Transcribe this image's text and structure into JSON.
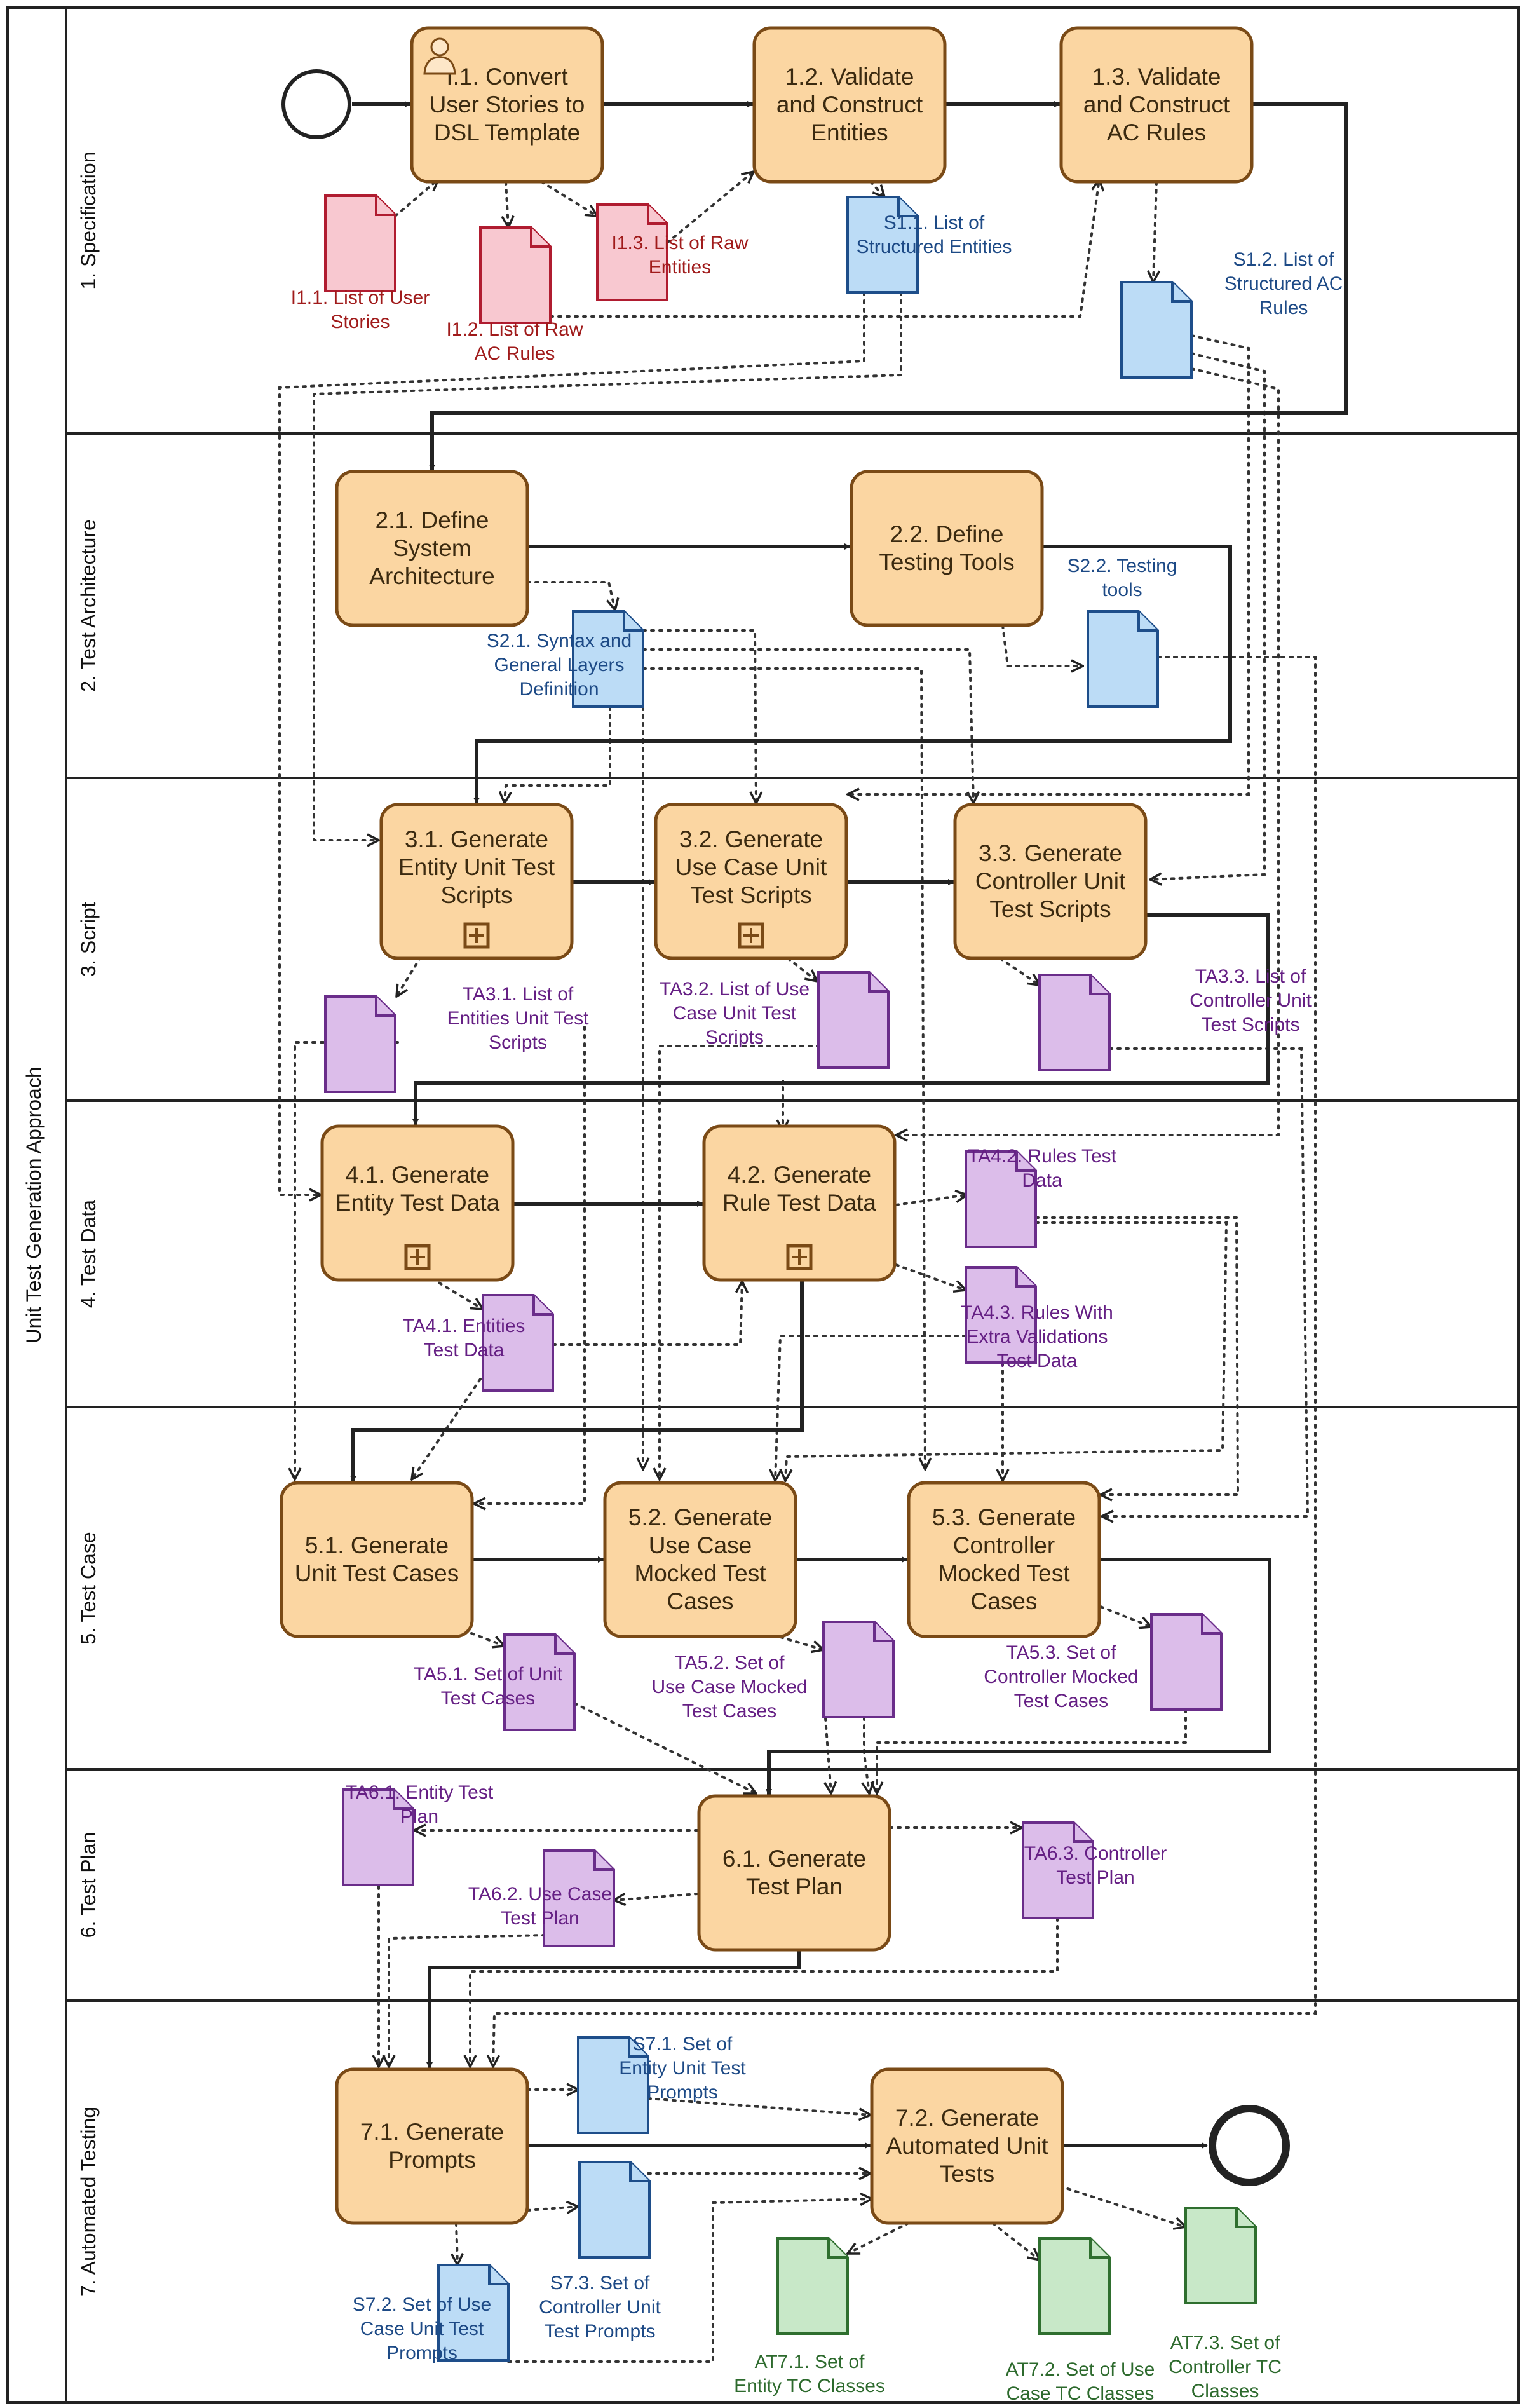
{
  "pool": {
    "title": "Unit Test Generation Approach"
  },
  "lanes": [
    {
      "id": "lane-1",
      "label": "1. Specification"
    },
    {
      "id": "lane-2",
      "label": "2. Test Architecture"
    },
    {
      "id": "lane-3",
      "label": "3. Script"
    },
    {
      "id": "lane-4",
      "label": "4. Test Data"
    },
    {
      "id": "lane-5",
      "label": "5. Test Case"
    },
    {
      "id": "lane-6",
      "label": "6. Test Plan"
    },
    {
      "id": "lane-7",
      "label": "7. Automated Testing"
    }
  ],
  "tasks": [
    {
      "id": "t11",
      "lines": [
        "I.1. Convert",
        "User Stories to",
        "DSL Template"
      ],
      "user_task": true
    },
    {
      "id": "t12",
      "lines": [
        "1.2. Validate",
        "and Construct",
        "Entities"
      ]
    },
    {
      "id": "t13",
      "lines": [
        "1.3. Validate",
        "and Construct",
        "AC Rules"
      ]
    },
    {
      "id": "t21",
      "lines": [
        "2.1. Define",
        "System",
        "Architecture"
      ]
    },
    {
      "id": "t22",
      "lines": [
        "2.2. Define",
        "Testing Tools"
      ]
    },
    {
      "id": "t31",
      "lines": [
        "3.1. Generate",
        "Entity Unit Test",
        "Scripts"
      ],
      "subprocess": true
    },
    {
      "id": "t32",
      "lines": [
        "3.2. Generate",
        "Use Case Unit",
        "Test Scripts"
      ],
      "subprocess": true
    },
    {
      "id": "t33",
      "lines": [
        "3.3. Generate",
        "Controller Unit",
        "Test Scripts"
      ]
    },
    {
      "id": "t41",
      "lines": [
        "4.1. Generate",
        "Entity Test Data"
      ],
      "subprocess": true
    },
    {
      "id": "t42",
      "lines": [
        "4.2. Generate",
        "Rule Test Data"
      ],
      "subprocess": true
    },
    {
      "id": "t51",
      "lines": [
        "5.1. Generate",
        "Unit Test Cases"
      ]
    },
    {
      "id": "t52",
      "lines": [
        "5.2. Generate",
        "Use Case",
        "Mocked Test",
        "Cases"
      ]
    },
    {
      "id": "t53",
      "lines": [
        "5.3. Generate",
        "Controller",
        "Mocked Test",
        "Cases"
      ]
    },
    {
      "id": "t61",
      "lines": [
        "6.1. Generate",
        "Test Plan"
      ]
    },
    {
      "id": "t71",
      "lines": [
        "7.1. Generate",
        "Prompts"
      ]
    },
    {
      "id": "t72",
      "lines": [
        "7.2. Generate",
        "Automated Unit",
        "Tests"
      ]
    }
  ],
  "artifacts": [
    {
      "id": "I1.1",
      "color": "red",
      "lines": [
        "I1.1. List of User",
        "Stories"
      ]
    },
    {
      "id": "I1.2",
      "color": "red",
      "lines": [
        "I1.2. List of Raw",
        "AC Rules"
      ]
    },
    {
      "id": "I1.3",
      "color": "red",
      "lines": [
        "I1.3. List of Raw",
        "Entities"
      ]
    },
    {
      "id": "S1.1",
      "color": "blue",
      "lines": [
        "S1.1. List of",
        "Structured Entities"
      ]
    },
    {
      "id": "S1.2",
      "color": "blue",
      "lines": [
        "S1.2. List of",
        "Structured AC",
        "Rules"
      ]
    },
    {
      "id": "S2.1",
      "color": "blue",
      "lines": [
        "S2.1. Syntax and",
        "General Layers",
        "Definition"
      ]
    },
    {
      "id": "S2.2",
      "color": "blue",
      "lines": [
        "S2.2. Testing",
        "tools"
      ]
    },
    {
      "id": "TA3.1",
      "color": "purple",
      "lines": [
        "TA3.1. List of",
        "Entities Unit Test",
        "Scripts"
      ]
    },
    {
      "id": "TA3.2",
      "color": "purple",
      "lines": [
        "TA3.2. List of Use",
        "Case Unit Test",
        "Scripts"
      ]
    },
    {
      "id": "TA3.3",
      "color": "purple",
      "lines": [
        "TA3.3. List of",
        "Controller Unit",
        "Test Scripts"
      ]
    },
    {
      "id": "TA4.1",
      "color": "purple",
      "lines": [
        "TA4.1. Entities",
        "Test Data"
      ]
    },
    {
      "id": "TA4.2",
      "color": "purple",
      "lines": [
        "TA4.2. Rules Test",
        "Data"
      ]
    },
    {
      "id": "TA4.3",
      "color": "purple",
      "lines": [
        "TA4.3. Rules With",
        "Extra Validations",
        "Test Data"
      ]
    },
    {
      "id": "TA5.1",
      "color": "purple",
      "lines": [
        "TA5.1. Set of Unit",
        "Test Cases"
      ]
    },
    {
      "id": "TA5.2",
      "color": "purple",
      "lines": [
        "TA5.2. Set of",
        "Use Case Mocked",
        "Test Cases"
      ]
    },
    {
      "id": "TA5.3",
      "color": "purple",
      "lines": [
        "TA5.3. Set of",
        "Controller Mocked",
        "Test Cases"
      ]
    },
    {
      "id": "TA6.1",
      "color": "purple",
      "lines": [
        "TA6.1. Entity Test",
        "Plan"
      ]
    },
    {
      "id": "TA6.2",
      "color": "purple",
      "lines": [
        "TA6.2. Use Case",
        "Test Plan"
      ]
    },
    {
      "id": "TA6.3",
      "color": "purple",
      "lines": [
        "TA6.3. Controller",
        "Test Plan"
      ]
    },
    {
      "id": "S7.1",
      "color": "blue",
      "lines": [
        "S7.1. Set of",
        "Entity Unit Test",
        "Prompts"
      ]
    },
    {
      "id": "S7.2",
      "color": "blue",
      "lines": [
        "S7.2. Set of Use",
        "Case Unit Test",
        "Prompts"
      ]
    },
    {
      "id": "S7.3",
      "color": "blue",
      "lines": [
        "S7.3. Set of",
        "Controller Unit",
        "Test Prompts"
      ]
    },
    {
      "id": "AT7.1",
      "color": "green",
      "lines": [
        "AT7.1. Set of",
        "Entity TC Classes"
      ]
    },
    {
      "id": "AT7.2",
      "color": "green",
      "lines": [
        "AT7.2. Set of Use",
        "Case TC Classes"
      ]
    },
    {
      "id": "AT7.3",
      "color": "green",
      "lines": [
        "AT7.3. Set of",
        "Controller TC",
        "Classes"
      ]
    }
  ],
  "events": [
    {
      "id": "start",
      "kind": "start"
    },
    {
      "id": "end",
      "kind": "end"
    }
  ],
  "colors": {
    "task_fill": "#fbd6a2",
    "task_stroke": "#7a4a16",
    "red": "#b01c30",
    "blue": "#1e4e8a",
    "purple": "#6a2d8a",
    "green": "#2f6f2f"
  }
}
